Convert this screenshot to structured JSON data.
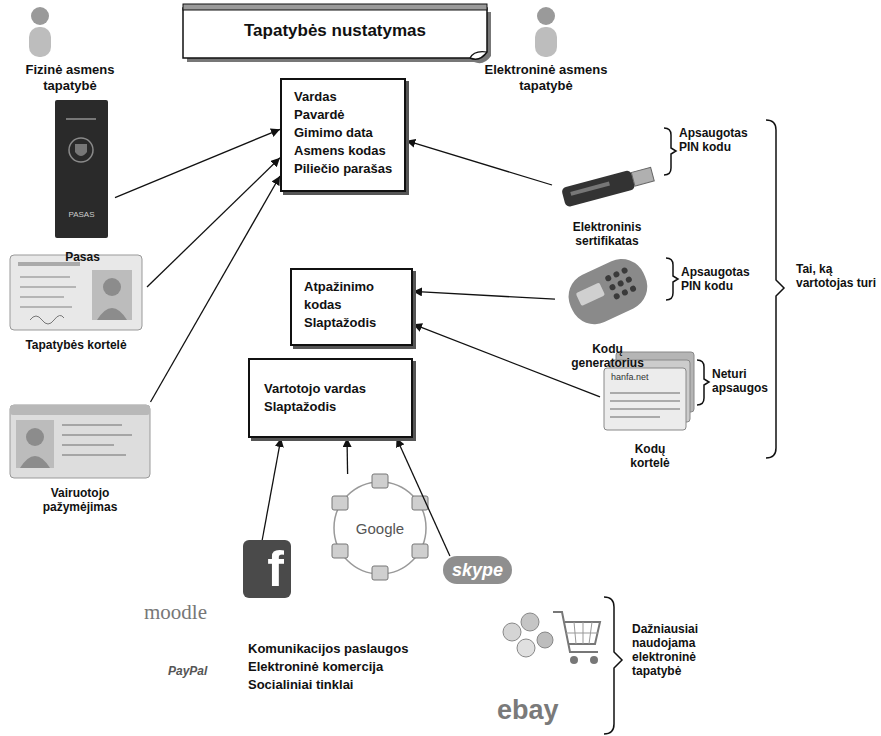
{
  "diagram": {
    "title": "Tapatybės nustatymas",
    "nodes": [
      {
        "text": [
          "Vardas",
          "Pavardė",
          "Gimimo data",
          "Asmens kodas",
          "Piliečio parašas"
        ]
      },
      {
        "text": [
          "Atpažinimo kodas",
          "Slaptažodis"
        ]
      },
      {
        "text": [
          "Vartotojo vardas",
          "Slaptažodis"
        ]
      },
      {
        "text": [
          "Pasas"
        ]
      },
      {
        "text": [
          "Tapatybės kortelė"
        ]
      },
      {
        "text": [
          "Vairuotojo pažymėjimas"
        ]
      },
      {
        "text": [
          "Elektroninis sertifikatas"
        ]
      },
      {
        "text": [
          "Kodų generatorius"
        ]
      },
      {
        "text": [
          "Kodų kortelė"
        ]
      },
      {
        "text": [
          "f"
        ]
      },
      {
        "text": [
          "Google"
        ]
      },
      {
        "text": [
          "skype"
        ]
      }
    ],
    "edges": [
      {
        "from": 3,
        "to": 0,
        "arrow": "to"
      },
      {
        "from": 4,
        "to": 0,
        "arrow": "to"
      },
      {
        "from": 5,
        "to": 0,
        "arrow": "to"
      },
      {
        "from": 6,
        "to": 0,
        "arrow": "to"
      },
      {
        "from": 7,
        "to": 1,
        "arrow": "to"
      },
      {
        "from": 8,
        "to": 1,
        "arrow": "to"
      },
      {
        "from": 9,
        "to": 2,
        "arrow": "to"
      },
      {
        "from": 10,
        "to": 2,
        "arrow": "to"
      },
      {
        "from": 11,
        "to": 2,
        "arrow": "to"
      }
    ],
    "labels": [
      "Fizinė asmens tapatybė",
      "Elektroninė asmens tapatybė",
      "Apsaugotas PIN kodu",
      "Apsaugotas PIN kodu",
      "Neturi apsaugos",
      "Tai, ką vartotojas turi",
      "Komunikacijos paslaugos",
      "Elektroninė komercija",
      "Socialiniai tinklai",
      "Dažniausiai naudojama elektroninė tapatybė",
      "moodle",
      "PayPal",
      "ebay",
      "PASAS",
      "hanfa.net"
    ]
  }
}
